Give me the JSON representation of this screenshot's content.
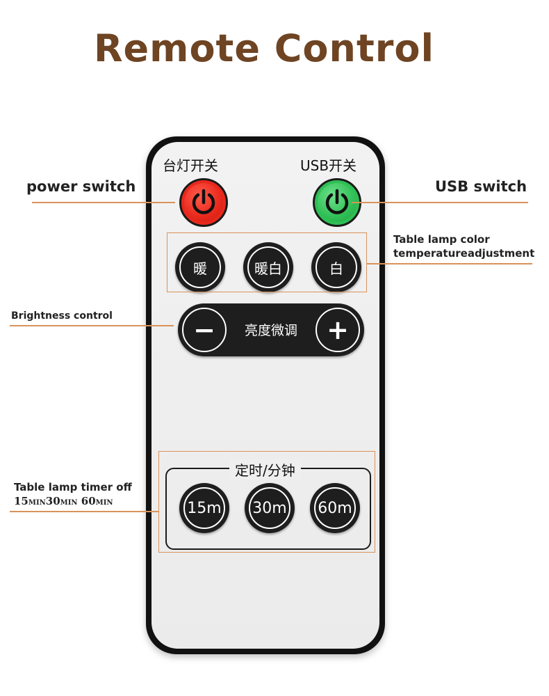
{
  "title": "Remote Control",
  "remote": {
    "top_left_label": "台灯开关",
    "top_right_label": "USB开关",
    "color_buttons": [
      "暖",
      "暖白",
      "白"
    ],
    "brightness": {
      "minus": "−",
      "label": "亮度微调",
      "plus": "+"
    },
    "timer": {
      "title": "定时/分钟",
      "buttons": [
        "15m",
        "30m",
        "60m"
      ]
    }
  },
  "callouts": {
    "power_switch": "power switch",
    "usb_switch": "USB switch",
    "color_temp_line1": "Table lamp color",
    "color_temp_line2": "temperatureadjustment",
    "brightness_control": "Brightness control",
    "timer_line1": "Table lamp timer off",
    "timer_line2": {
      "n1": "15",
      "u1": "MIN",
      "n2": "30",
      "u2": "MIN",
      "n3": "60",
      "u3": "MIN"
    }
  },
  "colors": {
    "title": "#6e4423",
    "callout_line": "#d9925a",
    "power_red": "#e8281c",
    "usb_green": "#2fbf55"
  },
  "icons": {
    "power_switch_button": "power-icon",
    "usb_switch_button": "power-icon"
  }
}
